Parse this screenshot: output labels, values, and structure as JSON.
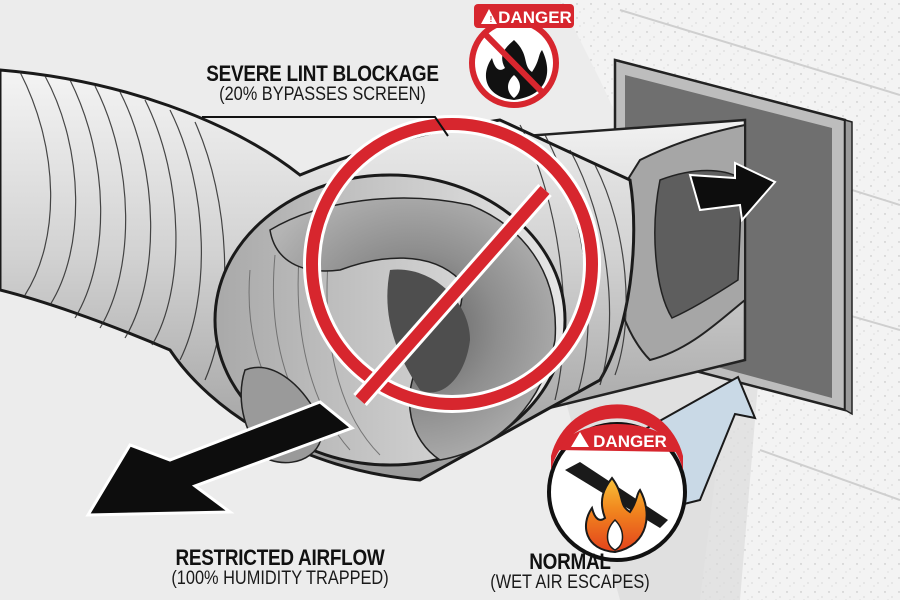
{
  "title": "Dryer Vent Lint Blockage Diagram",
  "labels": {
    "blockage": {
      "title": "SEVERE LINT BLOCKAGE",
      "subtitle": "(20% BYPASSES SCREEN)"
    },
    "restricted": {
      "title": "RESTRICTED AIRFLOW",
      "subtitle": "(100% HUMIDITY TRAPPED)"
    },
    "normal": {
      "title": "NORMAL",
      "subtitle": "(WET AIR ESCAPES)"
    }
  },
  "badges": [
    {
      "text": "DANGER",
      "icon": "no-fire-icon",
      "position": "top-center"
    },
    {
      "text": "DANGER",
      "icon": "fire-hose-icon",
      "position": "bottom-right"
    }
  ],
  "icons": {
    "prohibition": "prohibition-icon",
    "warning": "warning-triangle-icon",
    "arrow_restricted": "arrow-down-left-icon",
    "arrow_normal": "arrow-up-right-icon",
    "arrow_vent": "arrow-right-icon"
  },
  "colors": {
    "danger_red": "#d7262e",
    "arrow_black": "#0d0d0d",
    "arrow_blue": "#c9d9e6",
    "duct_silver": "#c8c8c8",
    "lint_gray": "#8c8c8c",
    "wall": "#efefef",
    "flame_orange": "#f07a1e",
    "flame_yellow": "#f8c13a"
  }
}
